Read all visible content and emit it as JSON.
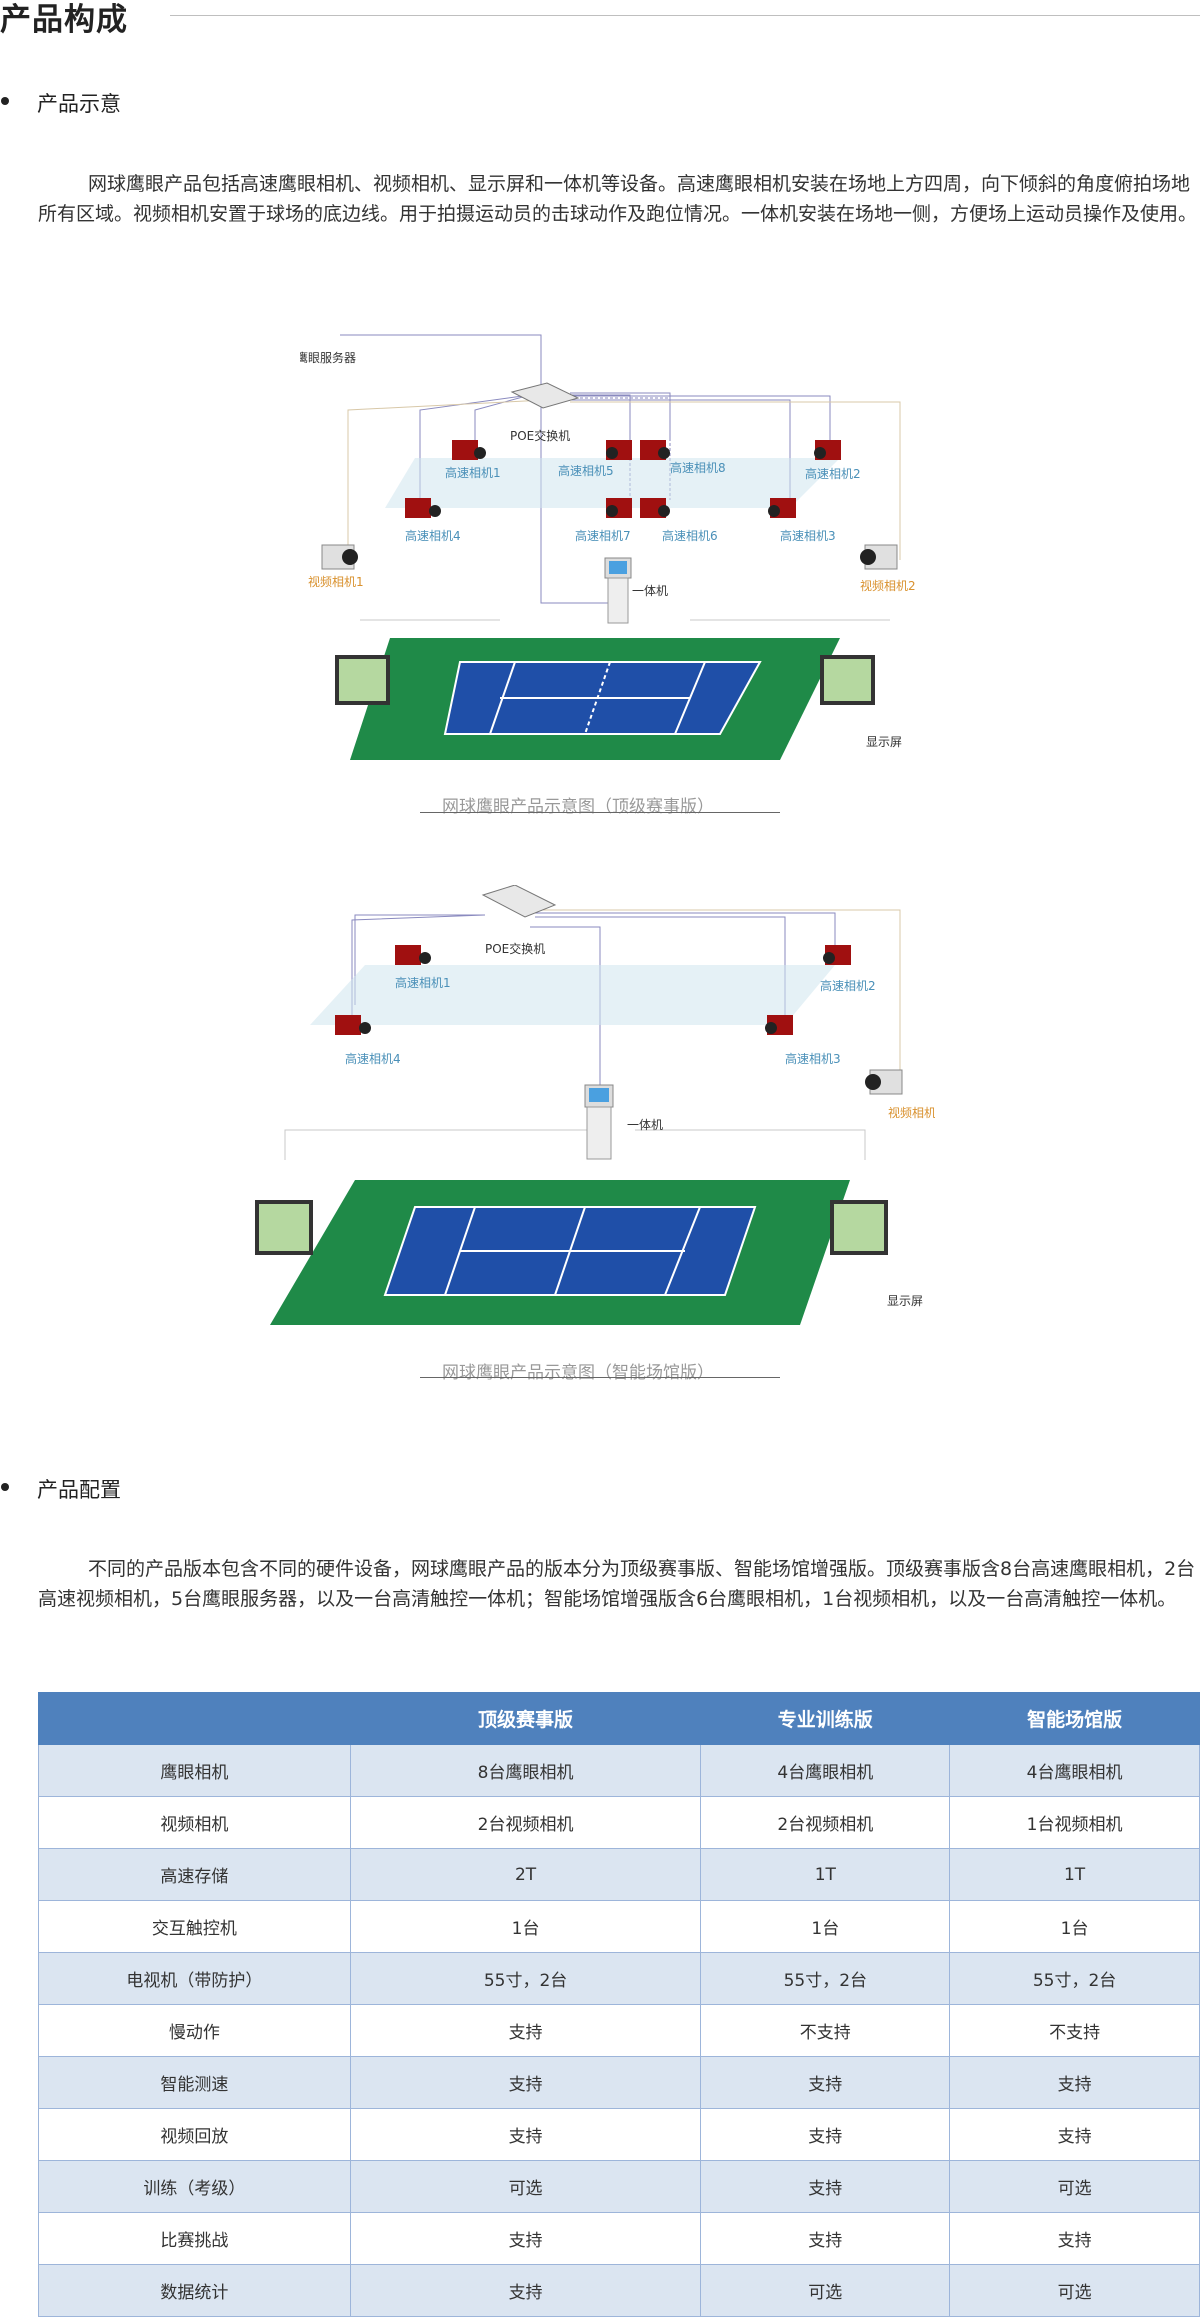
{
  "section_title": "产品构成",
  "bullets": {
    "illustration": "产品示意",
    "config": "产品配置"
  },
  "paragraphs": {
    "intro": "网球鹰眼产品包括高速鹰眼相机、视频相机、显示屏和一体机等设备。高速鹰眼相机安装在场地上方四周，向下倾斜的角度俯拍场地所有区域。视频相机安置于球场的底边线。用于拍摄运动员的击球动作及跑位情况。一体机安装在场地一侧，方便场上运动员操作及使用。",
    "config": "不同的产品版本包含不同的硬件设备，网球鹰眼产品的版本分为顶级赛事版、智能场馆增强版。顶级赛事版含8台高速鹰眼相机，2台高速视频相机，5台鹰眼服务器，以及一台高清触控一体机；智能场馆增强版含6台鹰眼相机，1台视频相机，以及一台高清触控一体机。"
  },
  "diagram1": {
    "server": "鹰眼服务器",
    "switch": "POE交换机",
    "cameras": [
      "高速相机1",
      "高速相机5",
      "高速相机8",
      "高速相机2",
      "高速相机4",
      "高速相机7",
      "高速相机6",
      "高速相机3"
    ],
    "video_cameras": [
      "视频相机1",
      "视频相机2"
    ],
    "kiosk": "一体机",
    "display": "显示屏",
    "caption": "网球鹰眼产品示意图（顶级赛事版）"
  },
  "diagram2": {
    "switch": "POE交换机",
    "cameras": [
      "高速相机1",
      "高速相机2",
      "高速相机4",
      "高速相机3"
    ],
    "video_camera": "视频相机",
    "kiosk": "一体机",
    "display": "显示屏",
    "caption": "网球鹰眼产品示意图（智能场馆版）"
  },
  "table": {
    "headers": [
      "",
      "顶级赛事版",
      "专业训练版",
      "智能场馆版"
    ],
    "rows": [
      [
        "鹰眼相机",
        "8台鹰眼相机",
        "4台鹰眼相机",
        "4台鹰眼相机"
      ],
      [
        "视频相机",
        "2台视频相机",
        "2台视频相机",
        "1台视频相机"
      ],
      [
        "高速存储",
        "2T",
        "1T",
        "1T"
      ],
      [
        "交互触控机",
        "1台",
        "1台",
        "1台"
      ],
      [
        "电视机（带防护）",
        "55寸，2台",
        "55寸，2台",
        "55寸，2台"
      ],
      [
        "慢动作",
        "支持",
        "不支持",
        "不支持"
      ],
      [
        "智能测速",
        "支持",
        "支持",
        "支持"
      ],
      [
        "视频回放",
        "支持",
        "支持",
        "支持"
      ],
      [
        "训练（考级）",
        "可选",
        "支持",
        "可选"
      ],
      [
        "比赛挑战",
        "支持",
        "支持",
        "支持"
      ],
      [
        "数据统计",
        "支持",
        "可选",
        "可选"
      ]
    ]
  },
  "colors": {
    "court_outer": "#1f8a48",
    "court_inner": "#1f4fa8",
    "table_header": "#4f81bd",
    "table_stripe": "#dbe5f1",
    "camera_label": "#4a90b8",
    "video_label": "#d9912e"
  }
}
